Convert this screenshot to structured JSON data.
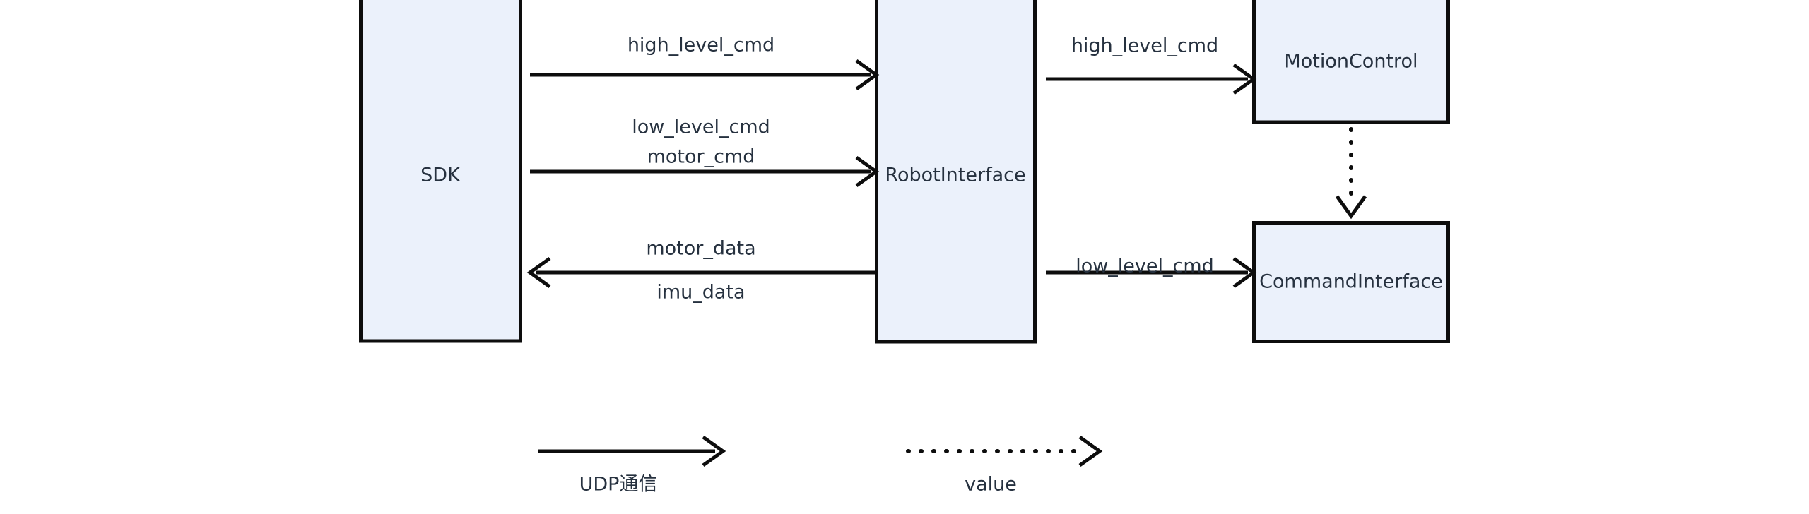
{
  "diagram": {
    "type": "block-flow-diagram",
    "background_color": "#ffffff",
    "node_fill_color": "#ebf1fb",
    "node_stroke_color": "#0d0d0d",
    "text_color": "#26313f",
    "nodes": [
      {
        "id": "sdk",
        "label": "SDK"
      },
      {
        "id": "robot_interface",
        "label": "RobotInterface"
      },
      {
        "id": "motion_control",
        "label": "MotionControl"
      },
      {
        "id": "command_interface",
        "label": "CommandInterface"
      }
    ],
    "edges": [
      {
        "id": "e1",
        "from": "sdk",
        "to": "robot_interface",
        "label": "high_level_cmd",
        "style": "solid",
        "direction": "right"
      },
      {
        "id": "e2",
        "from": "sdk",
        "to": "robot_interface",
        "label_top": "low_level_cmd",
        "label_bottom": "motor_cmd",
        "style": "solid",
        "direction": "right"
      },
      {
        "id": "e3",
        "from": "robot_interface",
        "to": "sdk",
        "label_top": "motor_data",
        "label_bottom": "imu_data",
        "style": "solid",
        "direction": "left"
      },
      {
        "id": "e4",
        "from": "robot_interface",
        "to": "motion_control",
        "label": "high_level_cmd",
        "style": "solid",
        "direction": "right"
      },
      {
        "id": "e5",
        "from": "robot_interface",
        "to": "command_interface",
        "label": "low_level_cmd",
        "style": "solid",
        "direction": "right"
      },
      {
        "id": "e6",
        "from": "motion_control",
        "to": "command_interface",
        "label": "",
        "style": "dotted",
        "direction": "down"
      }
    ],
    "legend": {
      "items": [
        {
          "id": "legend-udp",
          "label": "UDP通信",
          "style": "solid"
        },
        {
          "id": "legend-value",
          "label": "value",
          "style": "dotted"
        }
      ]
    }
  }
}
